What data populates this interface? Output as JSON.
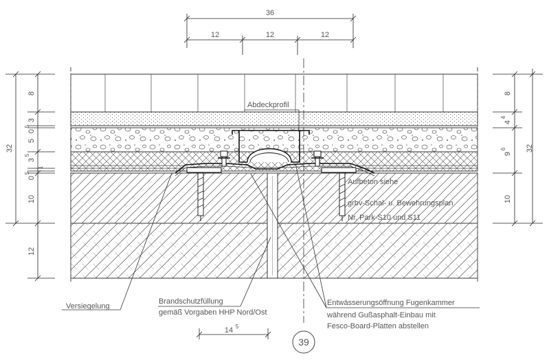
{
  "dimensions_top": {
    "overall": "36",
    "segments": [
      "12",
      "12",
      "12"
    ]
  },
  "dimensions_left": {
    "total": "32",
    "segments": [
      {
        "main": "8",
        "sup": ""
      },
      {
        "main": "3",
        "sup": ""
      },
      {
        "main": "0",
        "sup": "5"
      },
      {
        "main": "5",
        "sup": ""
      },
      {
        "main": "3",
        "sup": "5"
      },
      {
        "main": "1",
        "sup": ""
      },
      {
        "main": "0",
        "sup": "5"
      },
      {
        "main": "10",
        "sup": ""
      },
      {
        "main": "12",
        "sup": ""
      }
    ]
  },
  "dimensions_right": {
    "total": "32",
    "segments": [
      {
        "main": "8",
        "sup": ""
      },
      {
        "main": "4",
        "sup": "4"
      },
      {
        "main": "9",
        "sup": "6"
      },
      {
        "main": "10",
        "sup": ""
      }
    ]
  },
  "dimension_bottom": {
    "main": "14",
    "sup": "5"
  },
  "labels": {
    "abdeckprofil": "Abdeckprofil",
    "aufbeton_1": "Aufbeton siehe",
    "aufbeton_2": "grbv-Schal- u. Bewehrungsplan",
    "aufbeton_3": "Nr. Park-S10 und S11",
    "versiegelung": "Versiegelung",
    "brandschutz_1": "Brandschutzfüllung",
    "brandschutz_2": "gemäß Vorgaben HHP Nord/Ost",
    "entwaesserung_1": "Entwässerungsöffnung Fugenkammer",
    "entwaesserung_2": "während Gußasphalt-Einbau mit",
    "entwaesserung_3": "Fesco-Board-Platten abstellen"
  },
  "detail_number": "39"
}
